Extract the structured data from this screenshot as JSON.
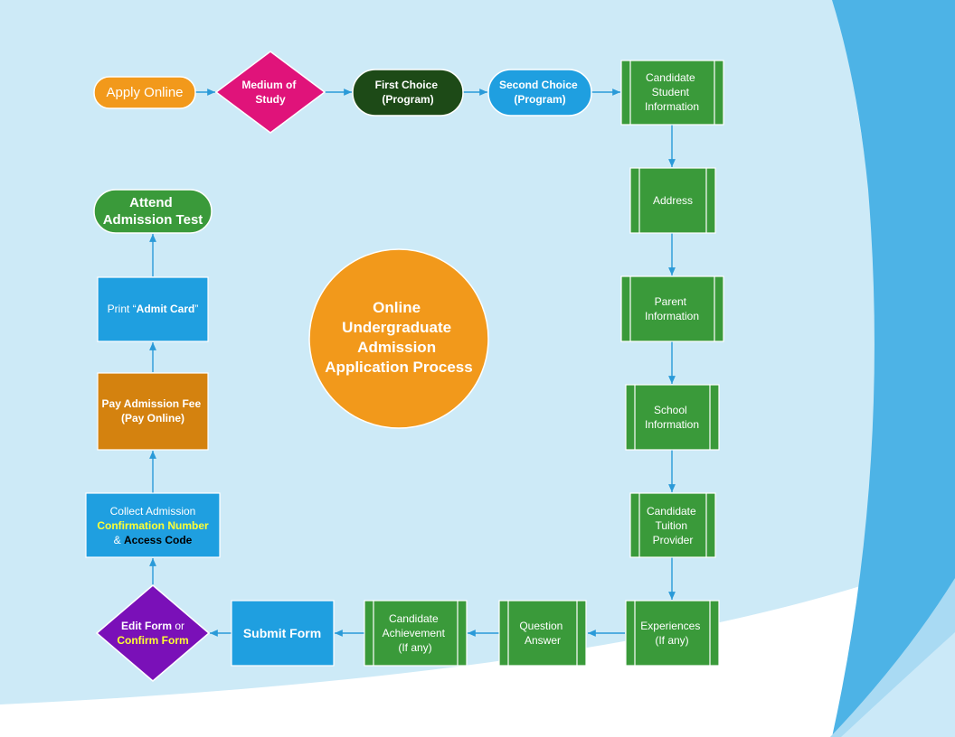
{
  "colors": {
    "background": "#cdeaf7",
    "accent_blue": "#4db3e6",
    "green": "#3a9a3a",
    "dark_green": "#1d4a17",
    "magenta": "#e0137a",
    "orange": "#f2991b",
    "amber": "#d4820f",
    "blue": "#1f9fe0",
    "purple": "#7a10b8",
    "yellow": "#ffff33",
    "arrow": "#2a9ad8"
  },
  "title": {
    "lines": [
      "Online",
      "Undergraduate",
      "Admission",
      "Application Process"
    ]
  },
  "nodes": {
    "apply_online": {
      "text": "Apply Online"
    },
    "medium_of_study": {
      "lines": [
        "Medium of",
        "Study"
      ]
    },
    "first_choice": {
      "lines": [
        "First Choice",
        "(Program)"
      ]
    },
    "second_choice": {
      "lines": [
        "Second Choice",
        "(Program)"
      ]
    },
    "candidate_student_info": {
      "lines": [
        "Candidate",
        "Student",
        "Information"
      ]
    },
    "address": {
      "text": "Address"
    },
    "parent_info": {
      "lines": [
        "Parent",
        "Information"
      ]
    },
    "school_info": {
      "lines": [
        "School",
        "Information"
      ]
    },
    "tuition_provider": {
      "lines": [
        "Candidate",
        "Tuition",
        "Provider"
      ]
    },
    "experiences": {
      "lines": [
        "Experiences",
        "(If any)"
      ]
    },
    "question_answer": {
      "lines": [
        "Question",
        "Answer"
      ]
    },
    "candidate_achievement": {
      "lines": [
        "Candidate",
        "Achievement",
        "(If any)"
      ]
    },
    "submit_form": {
      "text": "Submit Form"
    },
    "edit_confirm": {
      "edit": "Edit Form",
      "or": " or",
      "confirm": "Confirm Form"
    },
    "collect_admission": {
      "line1": "Collect Admission",
      "confirmation": "Confirmation Number",
      "amp": "& ",
      "access": "Access Code"
    },
    "pay_fee": {
      "lines": [
        "Pay Admission Fee",
        "(Pay Online)"
      ]
    },
    "print_admit": {
      "prefix": "Print “",
      "bold": "Admit Card",
      "suffix": "”"
    },
    "attend_test": {
      "lines": [
        "Attend",
        "Admission Test"
      ]
    }
  }
}
